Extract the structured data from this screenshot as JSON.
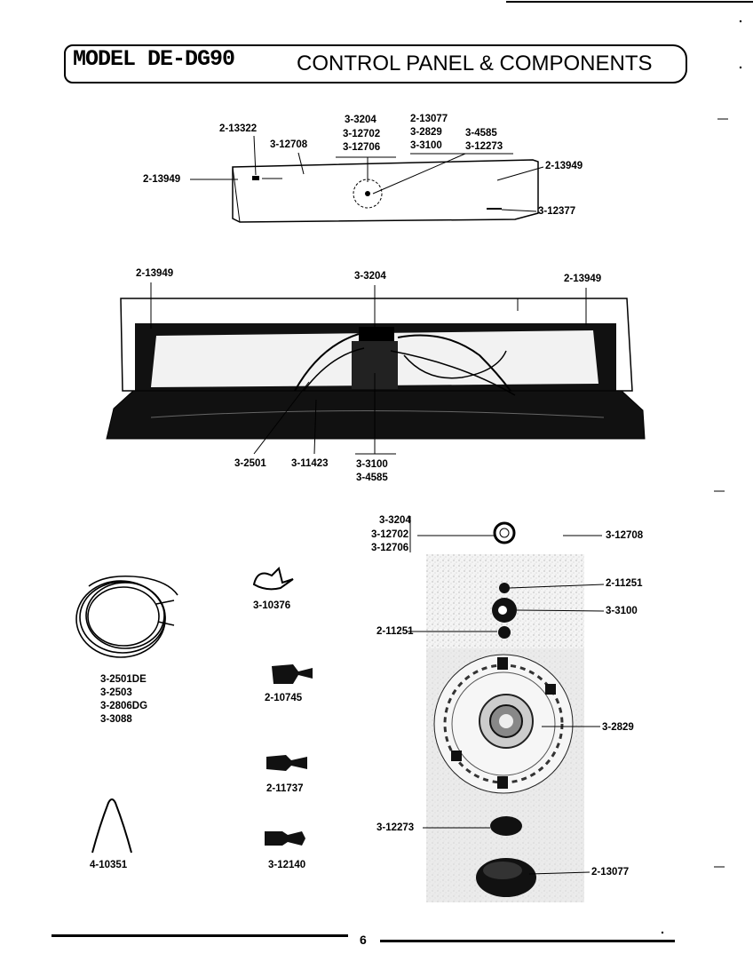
{
  "header": {
    "model": "MODEL DE-DG90",
    "title": "CONTROL PANEL & COMPONENTS"
  },
  "labels": {
    "p2_13322": "2-13322",
    "p3_12708_top": "3-12708",
    "stack_a1": "3-3204",
    "stack_a2": "3-12702",
    "stack_a3": "3-12706",
    "stack_b1": "2-13077",
    "stack_b2": "3-2829",
    "stack_b3": "3-3100",
    "stack_c1": "3-4585",
    "stack_c2": "3-12273",
    "p2_13949_left": "2-13949",
    "p2_13949_right": "2-13949",
    "p3_12377": "3-12377",
    "rear_2_13949_left": "2-13949",
    "rear_3_3204": "3-3204",
    "rear_2_13949_right": "2-13949",
    "rear_3_2501": "3-2501",
    "rear_3_11423": "3-11423",
    "rear_3_3100": "3-3100",
    "rear_3_4585": "3-4585",
    "harness_1": "3-2501DE",
    "harness_2": "3-2503",
    "harness_3": "3-2806DG",
    "harness_4": "3-3088",
    "clip_3_10376": "3-10376",
    "term_2_10745": "2-10745",
    "term_2_11737": "2-11737",
    "term_3_12140": "3-12140",
    "spring_4_10351": "4-10351",
    "exp_stack_1": "3-3204",
    "exp_stack_2": "3-12702",
    "exp_stack_3": "3-12706",
    "exp_3_12708": "3-12708",
    "exp_2_11251_top": "2-11251",
    "exp_3_3100": "3-3100",
    "exp_2_11251_left": "2-11251",
    "exp_3_2829": "3-2829",
    "exp_3_12273": "3-12273",
    "exp_2_13077": "2-13077"
  },
  "footer": {
    "page": "6"
  }
}
